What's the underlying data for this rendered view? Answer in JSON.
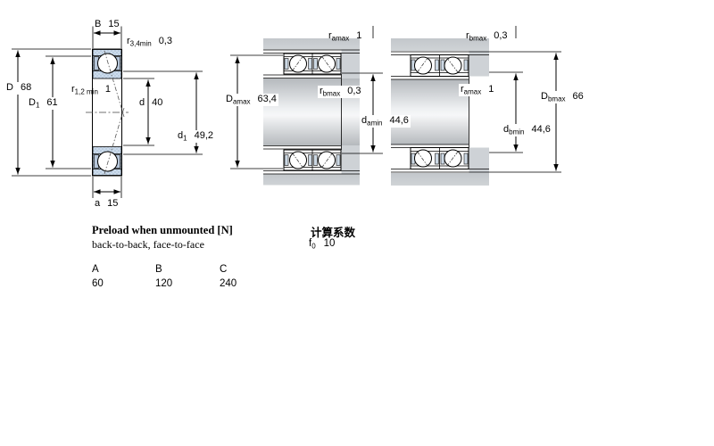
{
  "figures": {
    "left": {
      "labels": {
        "B": {
          "sym": "B",
          "val": "15"
        },
        "r34": {
          "sym": "r",
          "sub": "3,4min",
          "val": "0,3"
        },
        "D": {
          "sym": "D",
          "val": "68"
        },
        "D1": {
          "sym": "D",
          "sub": "1",
          "val": "61"
        },
        "r12": {
          "sym": "r",
          "sub": "1,2 min",
          "val": "1"
        },
        "d": {
          "sym": "d",
          "val": "40"
        },
        "d1": {
          "sym": "d",
          "sub": "1",
          "val": "49,2"
        },
        "a": {
          "sym": "a",
          "val": "15"
        }
      }
    },
    "middle": {
      "labels": {
        "ramax": {
          "sym": "r",
          "sub": "amax",
          "val": "1"
        },
        "Damax": {
          "sym": "D",
          "sub": "amax",
          "val": "63,4"
        },
        "rbmax": {
          "sym": "r",
          "sub": "bmax",
          "val": "0,3"
        },
        "damin": {
          "sym": "d",
          "sub": "amin",
          "val": "44,6"
        }
      }
    },
    "right": {
      "labels": {
        "rbmax": {
          "sym": "r",
          "sub": "bmax",
          "val": "0,3"
        },
        "ramax": {
          "sym": "r",
          "sub": "amax",
          "val": "1"
        },
        "Dbmax": {
          "sym": "D",
          "sub": "bmax",
          "val": "66"
        },
        "dbmin": {
          "sym": "d",
          "sub": "bmin",
          "val": "44,6"
        }
      }
    }
  },
  "preload": {
    "title": "Preload when unmounted [N]",
    "subtitle": "back-to-back, face-to-face",
    "columns": [
      "A",
      "B",
      "C"
    ],
    "values": [
      "60",
      "120",
      "240"
    ]
  },
  "calc": {
    "title": "计算系数",
    "factor": {
      "sym": "f",
      "sub": "0",
      "val": "10"
    }
  },
  "colors": {
    "line": "#000000",
    "hatch_base": "#cddcec",
    "hatch_dot": "#90a7c2",
    "housing_gray": "#c8ccd0",
    "shaft_edge": "#b5b9bd"
  }
}
